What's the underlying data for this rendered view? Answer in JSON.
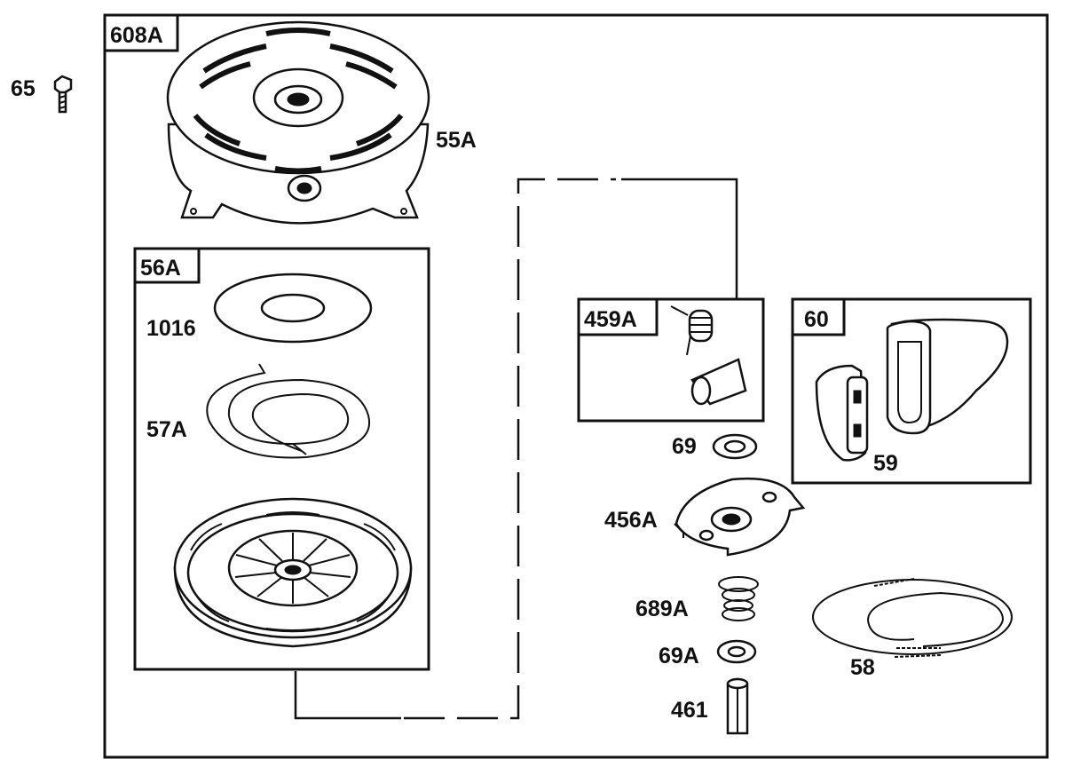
{
  "diagram": {
    "assembly_tags": {
      "main": "608A",
      "pulley_kit": "56A",
      "pawl_kit": "459A",
      "handle_kit": "60"
    },
    "part_labels": {
      "screw": "65",
      "housing": "55A",
      "washer_1016": "1016",
      "spring_57A": "57A",
      "spring_pawl_washer": "69",
      "retainer": "456A",
      "spring_689A": "689A",
      "washer_69A": "69A",
      "pin": "461",
      "rope": "58",
      "handle": "59"
    }
  }
}
